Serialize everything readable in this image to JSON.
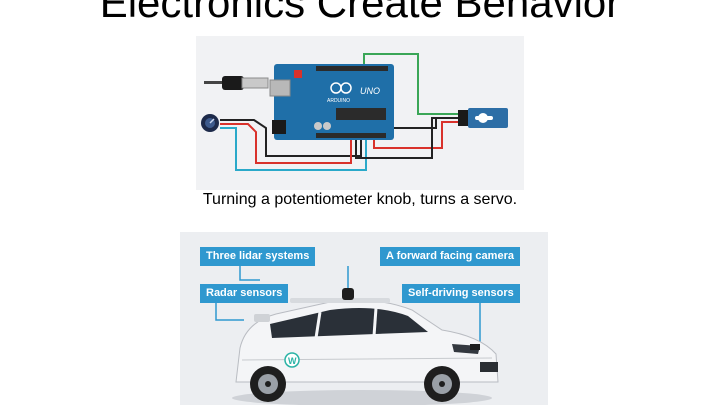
{
  "slide": {
    "title": "Electronics Create Behavior",
    "caption": "Turning a potentiometer knob, turns a servo."
  },
  "board": {
    "brand": "ARDUINO",
    "model": "UNO"
  },
  "car": {
    "callouts": {
      "lidar": "Three lidar systems",
      "camera": "A forward facing camera",
      "radar": "Radar sensors",
      "selfdriving": "Self-driving sensors"
    },
    "logo_text": "W"
  },
  "colors": {
    "board_blue": "#1f6fa8",
    "callout_blue": "#2f98cf",
    "wire_red": "#d9322b",
    "wire_green": "#3aa657",
    "wire_black": "#222222",
    "wire_cyan": "#2aa9c9"
  }
}
